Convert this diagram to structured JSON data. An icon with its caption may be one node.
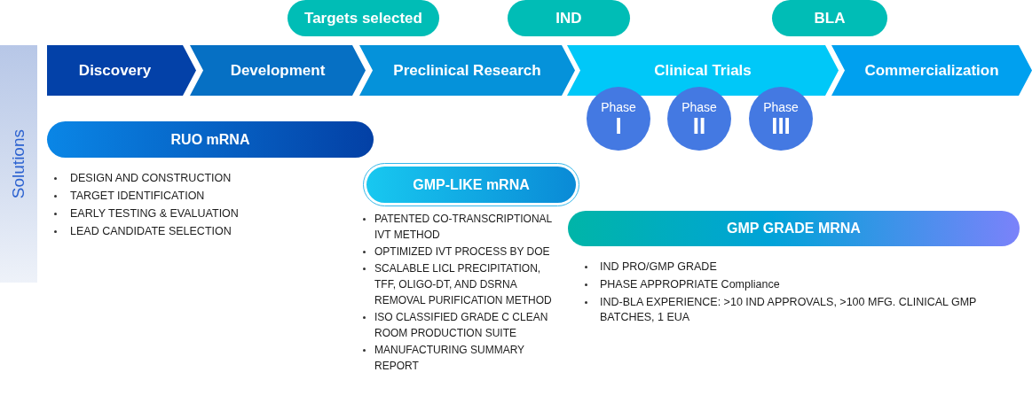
{
  "diagram": {
    "nodes": [
      {
        "text": [
          "Targets selected"
        ]
      },
      {
        "text": [
          "IND"
        ]
      },
      {
        "text": [
          "BLA"
        ]
      },
      {
        "text": [
          "Solutions"
        ]
      },
      {
        "text": [
          "Discovery"
        ]
      },
      {
        "text": [
          "Development"
        ]
      },
      {
        "text": [
          "Preclinical Research"
        ]
      },
      {
        "text": [
          "Clinical Trials"
        ]
      },
      {
        "text": [
          "Commercialization"
        ]
      },
      {
        "text": [
          "Phase",
          "I"
        ]
      },
      {
        "text": [
          "Phase",
          "II"
        ]
      },
      {
        "text": [
          "Phase",
          "III"
        ]
      },
      {
        "text": [
          "RUO mRNA"
        ],
        "beside": [
          "DESIGN AND CONSTRUCTION",
          "TARGET IDENTIFICATION",
          "EARLY TESTING & EVALUATION",
          "LEAD CANDIDATE SELECTION"
        ]
      },
      {
        "text": [
          "GMP-LIKE mRNA"
        ],
        "beside": [
          "PATENTED CO-TRANSCRIPTIONAL IVT METHOD",
          "OPTIMIZED IVT PROCESS BY DOE",
          "SCALABLE LICL PRECIPITATION, TFF, OLIGO-DT, AND DSRNA REMOVAL PURIFICATION METHOD",
          "ISO CLASSIFIED GRADE C CLEAN ROOM PRODUCTION SUITE",
          "MANUFACTURING SUMMARY REPORT"
        ]
      },
      {
        "text": [
          "GMP GRADE MRNA"
        ],
        "beside": [
          "IND PRO/GMP GRADE",
          "PHASE APPROPRIATE Compliance",
          "IND-BLA EXPERIENCE: >10 IND APPROVALS, >100 MFG. CLINICAL GMP BATCHES, 1 EUA"
        ]
      }
    ]
  }
}
